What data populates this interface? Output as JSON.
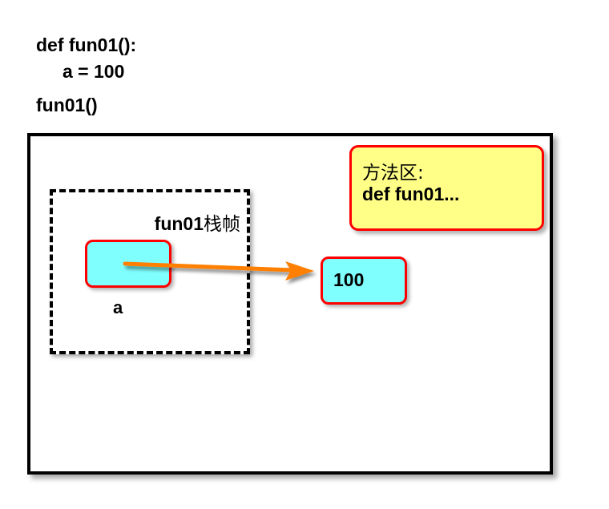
{
  "code": {
    "lines": [
      "def fun01():",
      "a = 100",
      "fun01()"
    ]
  },
  "method_area": {
    "title": "方法区:",
    "body": "def fun01..."
  },
  "stack_frame": {
    "label_prefix": "fun01",
    "label_suffix": "栈帧"
  },
  "variable": {
    "name": "a"
  },
  "value": {
    "text": "100"
  },
  "colors": {
    "box_border": "#ff0000",
    "cyan_fill": "#80ffff",
    "yellow_fill": "#ffff88",
    "arrow": "#ff8000"
  }
}
